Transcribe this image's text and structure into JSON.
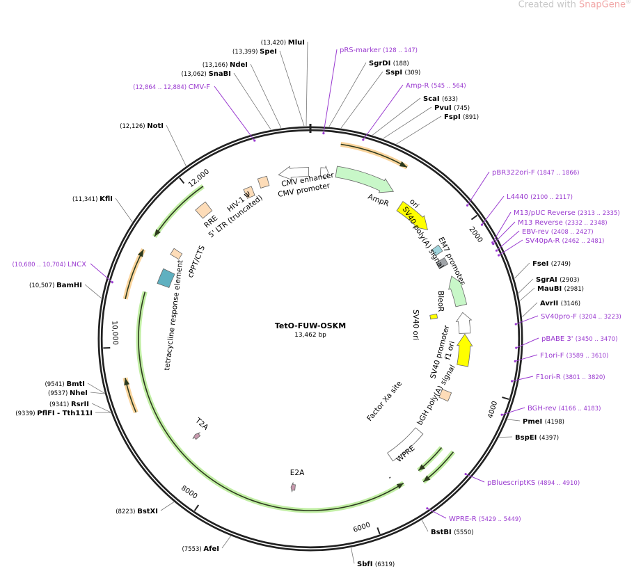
{
  "watermark": {
    "prefix": "Created with ",
    "brand": "SnapGene",
    "reg": "®"
  },
  "plasmid": {
    "name": "TetO-FUW-OSKM",
    "length_label": "13,462 bp",
    "length_bp": 13462
  },
  "ticks": [
    {
      "bp": 2000,
      "label": "2000"
    },
    {
      "bp": 4000,
      "label": "4000"
    },
    {
      "bp": 6000,
      "label": "6000"
    },
    {
      "bp": 8000,
      "label": "8000"
    },
    {
      "bp": 10000,
      "label": "10,000"
    },
    {
      "bp": 12000,
      "label": "12,000"
    }
  ],
  "enzymes": [
    {
      "name": "MluI",
      "pos": "(13,420)",
      "bp": 13420
    },
    {
      "name": "SpeI",
      "pos": "(13,399)",
      "bp": 13399
    },
    {
      "name": "NdeI",
      "pos": "(13,166)",
      "bp": 13166
    },
    {
      "name": "SnaBI",
      "pos": "(13,062)",
      "bp": 13062
    },
    {
      "name": "NotI",
      "pos": "(12,126)",
      "bp": 12126
    },
    {
      "name": "KflI",
      "pos": "(11,341)",
      "bp": 11341
    },
    {
      "name": "BamHI",
      "pos": "(10,507)",
      "bp": 10507
    },
    {
      "name": "BmtI",
      "pos": "(9541)",
      "bp": 9541
    },
    {
      "name": "NheI",
      "pos": "(9537)",
      "bp": 9537
    },
    {
      "name": "RsrII",
      "pos": "(9341)",
      "bp": 9341
    },
    {
      "name": "PflFI - Tth111I",
      "pos": "(9339)",
      "bp": 9339
    },
    {
      "name": "BstXI",
      "pos": "(8223)",
      "bp": 8223
    },
    {
      "name": "AfeI",
      "pos": "(7553)",
      "bp": 7553
    },
    {
      "name": "SgrDI",
      "pos": "(188)",
      "bp": 188
    },
    {
      "name": "SspI",
      "pos": "(309)",
      "bp": 309
    },
    {
      "name": "ScaI",
      "pos": "(633)",
      "bp": 633
    },
    {
      "name": "PvuI",
      "pos": "(745)",
      "bp": 745
    },
    {
      "name": "FspI",
      "pos": "(891)",
      "bp": 891
    },
    {
      "name": "FseI",
      "pos": "(2749)",
      "bp": 2749
    },
    {
      "name": "SgrAI",
      "pos": "(2903)",
      "bp": 2903
    },
    {
      "name": "MauBI",
      "pos": "(2981)",
      "bp": 2981
    },
    {
      "name": "AvrII",
      "pos": "(3146)",
      "bp": 3146
    },
    {
      "name": "PmeI",
      "pos": "(4198)",
      "bp": 4198
    },
    {
      "name": "BspEI",
      "pos": "(4397)",
      "bp": 4397
    },
    {
      "name": "BstBI",
      "pos": "(5550)",
      "bp": 5550
    },
    {
      "name": "SbfI",
      "pos": "(6319)",
      "bp": 6319
    }
  ],
  "primers": [
    {
      "name": "CMV-F",
      "range": "(12,864 .. 12,884)",
      "bp": 12874
    },
    {
      "name": "LNCX",
      "range": "(10,680 .. 10,704)",
      "bp": 10692
    },
    {
      "name": "pRS-marker",
      "range": "(128 .. 147)",
      "bp": 137
    },
    {
      "name": "Amp-R",
      "range": "(545 .. 564)",
      "bp": 555
    },
    {
      "name": "pBR322ori-F",
      "range": "(1847 .. 1866)",
      "bp": 1856
    },
    {
      "name": "L4440",
      "range": "(2100 .. 2117)",
      "bp": 2108
    },
    {
      "name": "M13/pUC Reverse",
      "range": "(2313 .. 2335)",
      "bp": 2324
    },
    {
      "name": "M13 Reverse",
      "range": "(2332 .. 2348)",
      "bp": 2340
    },
    {
      "name": "EBV-rev",
      "range": "(2408 .. 2427)",
      "bp": 2417
    },
    {
      "name": "SV40pA-R",
      "range": "(2462 .. 2481)",
      "bp": 2471
    },
    {
      "name": "SV40pro-F",
      "range": "(3204 .. 3223)",
      "bp": 3213
    },
    {
      "name": "pBABE 3'",
      "range": "(3450 .. 3470)",
      "bp": 3460
    },
    {
      "name": "F1ori-F",
      "range": "(3589 .. 3610)",
      "bp": 3600
    },
    {
      "name": "F1ori-R",
      "range": "(3801 .. 3820)",
      "bp": 3810
    },
    {
      "name": "BGH-rev",
      "range": "(4166 .. 4183)",
      "bp": 4175
    },
    {
      "name": "pBluescriptKS",
      "range": "(4894 .. 4910)",
      "bp": 4902
    },
    {
      "name": "WPRE-R",
      "range": "(5429 .. 5449)",
      "bp": 5439
    }
  ],
  "features": [
    {
      "label": "CMV enhancer",
      "start": 13050,
      "end": 13440,
      "dir": -1,
      "color": "#ffffff"
    },
    {
      "label": "CMV promoter",
      "start": 130,
      "end": 230,
      "dir": 1,
      "color": "#ffffff"
    },
    {
      "label": "AmpR",
      "start": 330,
      "end": 1100,
      "dir": 1,
      "color": "#c8f7c8"
    },
    {
      "label": "ori",
      "start": 1270,
      "end": 1760,
      "dir": 1,
      "color": "#ffff00"
    },
    {
      "label": "SV40 poly(A) signal",
      "start": 2010,
      "end": 2110,
      "dir": 0,
      "color": "#9fd4dc"
    },
    {
      "label": "EM7 promoter",
      "start": 2200,
      "end": 2300,
      "dir": 0,
      "color": "#a0a4a8"
    },
    {
      "label": "BleoR",
      "start": 2470,
      "end": 2900,
      "dir": -1,
      "color": "#c8f7c8"
    },
    {
      "label": "SV40 ori",
      "start": 2950,
      "end": 3020,
      "dir": 0,
      "color": "#ffff00"
    },
    {
      "label": "SV40 promoter",
      "start": 3000,
      "end": 3290,
      "dir": -1,
      "color": "#ffffff"
    },
    {
      "label": "f1 ori",
      "start": 3300,
      "end": 3740,
      "dir": -1,
      "color": "#ffff00"
    },
    {
      "label": "bGH poly(A) signal",
      "start": 4150,
      "end": 4280,
      "dir": 0,
      "color": "#fddcb8"
    },
    {
      "label": "Factor Xa site",
      "start": 5610,
      "end": 5625,
      "dir": 0,
      "color": "#000000"
    },
    {
      "label": "WPRE",
      "start": 4870,
      "end": 5460,
      "dir": 0,
      "color": "#ffffff"
    },
    {
      "label": "E2A",
      "start": 6950,
      "end": 7010,
      "dir": 1,
      "color": "#c89aae"
    },
    {
      "label": "T2A",
      "start": 8550,
      "end": 8610,
      "dir": 1,
      "color": "#c89aae"
    },
    {
      "label": "tetracycline response element",
      "start": 10840,
      "end": 11050,
      "dir": 0,
      "color": "#5fb0c0"
    },
    {
      "label": "cPPT/CTS",
      "start": 11260,
      "end": 11350,
      "dir": 0,
      "color": "#fddcb8"
    },
    {
      "label": "RRE",
      "start": 11900,
      "end": 12060,
      "dir": 0,
      "color": "#fddcb8"
    },
    {
      "label": "5' LTR (truncated)",
      "start": 12780,
      "end": 12900,
      "dir": 0,
      "color": "#fddcb8"
    },
    {
      "label": "HIV-1 Ψ",
      "start": 12560,
      "end": 12670,
      "dir": 0,
      "color": "#fddcb8"
    }
  ],
  "orfs": [
    {
      "start": 332,
      "end": 1100,
      "dir": 1,
      "color": "#f5b04a"
    },
    {
      "start": 10550,
      "end": 11150,
      "dir": 1,
      "color": "#f5b04a"
    },
    {
      "start": 9240,
      "end": 9650,
      "dir": 1,
      "color": "#f5b04a"
    },
    {
      "start": 5504,
      "end": 10690,
      "dir": -1,
      "color": "#8ee05a"
    },
    {
      "start": 11340,
      "end": 12150,
      "dir": -1,
      "color": "#8ee05a"
    },
    {
      "start": 4800,
      "end": 5300,
      "dir": 1,
      "color": "#8ee05a"
    },
    {
      "start": 4850,
      "end": 5260,
      "dir": 1,
      "color": "#8ee05a"
    }
  ],
  "colors": {
    "primer": "#9a3ad0",
    "backbone": "#222222",
    "enzyme_line": "#777777"
  }
}
